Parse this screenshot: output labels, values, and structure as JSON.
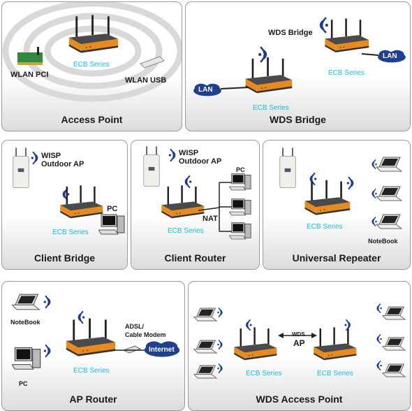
{
  "panels": {
    "access_point": {
      "title": "Access Point",
      "wlan_pci": "WLAN PCI",
      "wlan_usb": "WLAN USB",
      "ecb": "ECB Series"
    },
    "wds_bridge": {
      "title": "WDS Bridge",
      "header": "WDS Bridge",
      "lan_left": "LAN",
      "lan_right": "LAN",
      "ecb_left": "ECB Series",
      "ecb_right": "ECB Series"
    },
    "client_bridge": {
      "title": "Client Bridge",
      "wisp_line1": "WISP",
      "wisp_line2": "Outdoor AP",
      "pc": "PC",
      "ecb": "ECB Series"
    },
    "client_router": {
      "title": "Client Router",
      "wisp_line1": "WISP",
      "wisp_line2": "Outdoor AP",
      "pc": "PC",
      "nat": "NAT",
      "ecb": "ECB Series"
    },
    "universal_repeater": {
      "title": "Universal Repeater",
      "notebook": "NoteBook",
      "ecb": "ECB Series"
    },
    "ap_router": {
      "title": "AP Router",
      "notebook": "NoteBook",
      "pc": "PC",
      "modem_line1": "ADSL/",
      "modem_line2": "Cable Modem",
      "internet": "Internet",
      "ecb": "ECB Series"
    },
    "wds_access_point": {
      "title": "WDS Access Point",
      "wds": "WDS",
      "ap": "AP",
      "ecb_left": "ECB Series",
      "ecb_right": "ECB Series"
    }
  },
  "colors": {
    "ecb_text": "#20b8d8",
    "router_orange": "#e98a1f",
    "cloud_blue": "#1f3f8f",
    "wave_blue": "#1c3c8c"
  }
}
